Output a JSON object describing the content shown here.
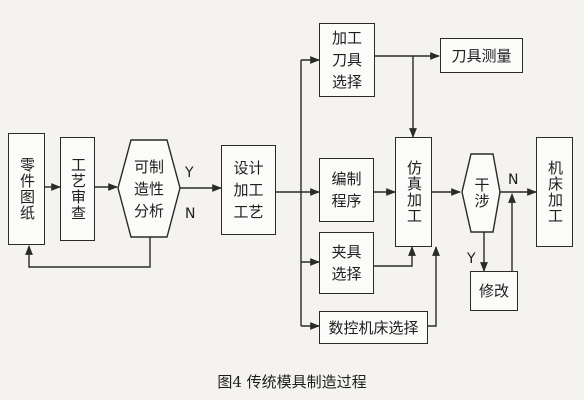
{
  "nodes": {
    "part_drawing": "零件图纸",
    "process_review": "工艺审查",
    "manufacturability": "可制\n造性\n分析",
    "design_process": "设计\n加工\n工艺",
    "tool_processing": "加工\n刀具\n选择",
    "tool_measurement": "刀具测量",
    "programming": "编制\n程序",
    "simulation": "仿真加工",
    "fixture": "夹具\n选择",
    "cnc_selection": "数控机床选择",
    "interference": "干涉",
    "modify": "修改",
    "machine_processing": "机床加工"
  },
  "labels": {
    "yes": "Y",
    "no": "N"
  },
  "caption": "图4    传统模具制造过程",
  "colors": {
    "line": "#2a2a2a",
    "box_fill": "#fbfbf9",
    "background": "#f4f3f0"
  }
}
